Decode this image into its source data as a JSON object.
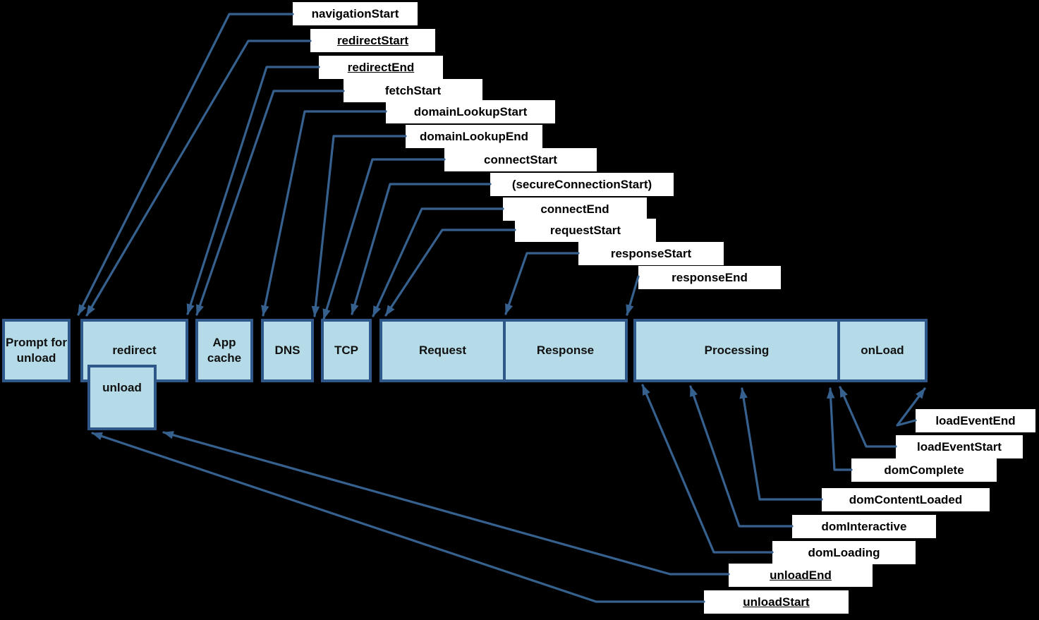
{
  "colors": {
    "background": "#000000",
    "phase_fill": "#b5dbe8",
    "phase_border": "#2e578a",
    "arrow_line": "#36618e",
    "event_label_bg": "#ffffff",
    "event_label_text": "#000000"
  },
  "phases": [
    {
      "label": "Prompt for unload"
    },
    {
      "label": "redirect"
    },
    {
      "label": "unload"
    },
    {
      "label": "App cache"
    },
    {
      "label": "DNS"
    },
    {
      "label": "TCP"
    },
    {
      "label": "Request"
    },
    {
      "label": "Response"
    },
    {
      "label": "Processing"
    },
    {
      "label": "onLoad"
    }
  ],
  "events_top": [
    {
      "label": "navigationStart",
      "underlined": false
    },
    {
      "label": "redirectStart",
      "underlined": true
    },
    {
      "label": "redirectEnd",
      "underlined": true
    },
    {
      "label": "fetchStart",
      "underlined": false
    },
    {
      "label": "domainLookupStart",
      "underlined": false
    },
    {
      "label": "domainLookupEnd",
      "underlined": false
    },
    {
      "label": "connectStart",
      "underlined": false
    },
    {
      "label": "(secureConnectionStart)",
      "underlined": false
    },
    {
      "label": "connectEnd",
      "underlined": false
    },
    {
      "label": "requestStart",
      "underlined": false
    },
    {
      "label": "responseStart",
      "underlined": false
    },
    {
      "label": "responseEnd",
      "underlined": false
    }
  ],
  "events_bottom": [
    {
      "label": "loadEventEnd",
      "underlined": false
    },
    {
      "label": "loadEventStart",
      "underlined": false
    },
    {
      "label": "domComplete",
      "underlined": false
    },
    {
      "label": "domContentLoaded",
      "underlined": false
    },
    {
      "label": "domInteractive",
      "underlined": false
    },
    {
      "label": "domLoading",
      "underlined": false
    },
    {
      "label": "unloadEnd",
      "underlined": true
    },
    {
      "label": "unloadStart",
      "underlined": true
    }
  ]
}
